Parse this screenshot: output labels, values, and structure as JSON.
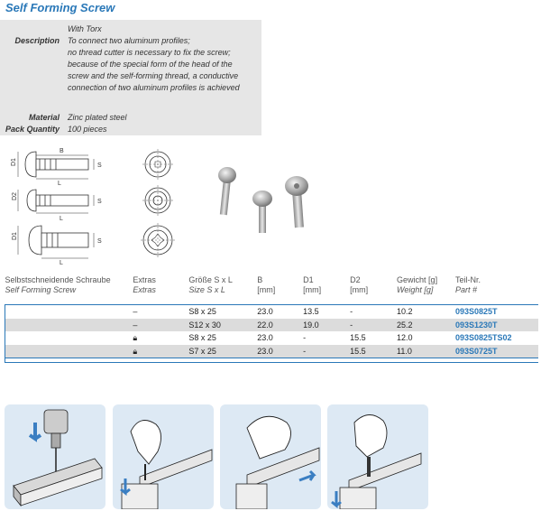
{
  "title": "Self Forming Screw",
  "info": {
    "description_label": "Description",
    "description_lines": [
      "With Torx",
      "To connect two aluminum profiles;",
      "no thread cutter is necessary to fix the screw;",
      "because of the special form of the head of the",
      "screw and the self-forming thread, a conductive",
      "connection of two aluminum profiles is achieved"
    ],
    "material_label": "Material",
    "material_value": "Zinc plated steel",
    "pack_label": "Pack Quantity",
    "pack_value": "100 pieces"
  },
  "drawing_labels": {
    "b": "B",
    "l": "L",
    "s": "S",
    "d1": "D1",
    "d2": "D2"
  },
  "table": {
    "headers": [
      {
        "de": "Selbstschneidende Schraube",
        "en": "Self Forming Screw"
      },
      {
        "de": "Extras",
        "en": "Extras"
      },
      {
        "de": "Größe S x L",
        "en": "Size S x L"
      },
      {
        "de": "B",
        "en": "[mm]"
      },
      {
        "de": "D1",
        "en": "[mm]"
      },
      {
        "de": "D2",
        "en": "[mm]"
      },
      {
        "de": "Gewicht [g]",
        "en": "Weight [g]"
      },
      {
        "de": "Teil-Nr.",
        "en": "Part #"
      }
    ],
    "rows": [
      {
        "extras": "–",
        "size": "S8 x 25",
        "b": "23.0",
        "d1": "13.5",
        "d2": "-",
        "weight": "10.2",
        "part": "093S0825T"
      },
      {
        "extras": "–",
        "size": "S12 x 30",
        "b": "22.0",
        "d1": "19.0",
        "d2": "-",
        "weight": "25.2",
        "part": "093S1230T"
      },
      {
        "extras": "lock-icon",
        "size": "S8 x 25",
        "b": "23.0",
        "d1": "-",
        "d2": "15.5",
        "weight": "12.0",
        "part": "093S0825TS02"
      },
      {
        "extras": "lock-icon",
        "size": "S7 x 25",
        "b": "23.0",
        "d1": "-",
        "d2": "15.5",
        "weight": "11.0",
        "part": "093S0725T"
      }
    ]
  },
  "colors": {
    "accent": "#2a78b8",
    "panel": "#e6e6e6",
    "illustration_bg": "#dde9f4"
  }
}
